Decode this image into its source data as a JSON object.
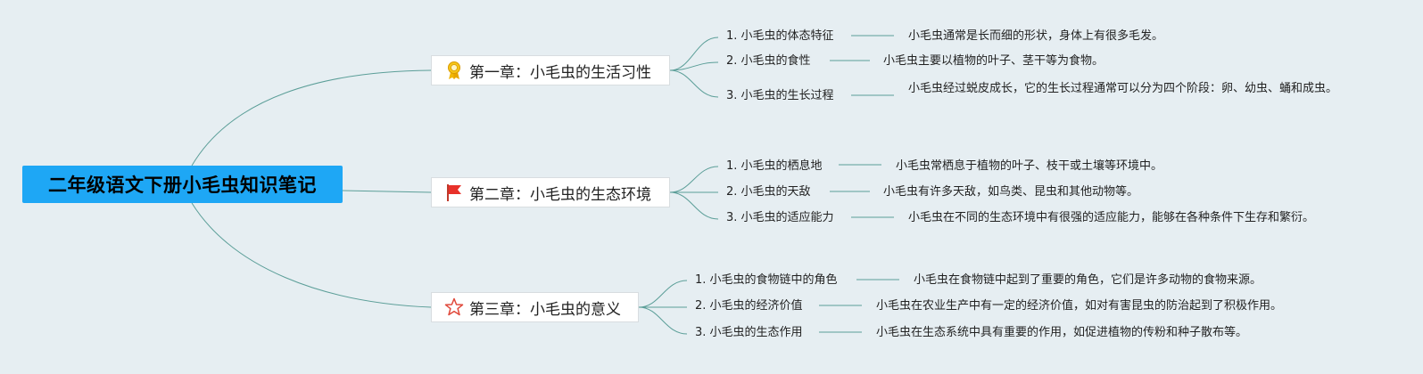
{
  "root": {
    "title": "二年级语文下册小毛虫知识笔记"
  },
  "chapters": [
    {
      "title": "第一章：小毛虫的生活习性",
      "icon": "award-ribbon-icon",
      "items": [
        {
          "label": "1. 小毛虫的体态特征",
          "detail": "小毛虫通常是长而细的形状，身体上有很多毛发。"
        },
        {
          "label": "2. 小毛虫的食性",
          "detail": "小毛虫主要以植物的叶子、茎干等为食物。"
        },
        {
          "label": "3. 小毛虫的生长过程",
          "detail": "小毛虫经过蜕皮成长，它的生长过程通常可以分为四个阶段：卵、幼虫、蛹和成虫。"
        }
      ]
    },
    {
      "title": "第二章：小毛虫的生态环境",
      "icon": "red-flag-icon",
      "items": [
        {
          "label": "1. 小毛虫的栖息地",
          "detail": "小毛虫常栖息于植物的叶子、枝干或土壤等环境中。"
        },
        {
          "label": "2. 小毛虫的天敌",
          "detail": "小毛虫有许多天敌，如鸟类、昆虫和其他动物等。"
        },
        {
          "label": "3. 小毛虫的适应能力",
          "detail": "小毛虫在不同的生态环境中有很强的适应能力，能够在各种条件下生存和繁衍。"
        }
      ]
    },
    {
      "title": "第三章：小毛虫的意义",
      "icon": "star-outline-icon",
      "items": [
        {
          "label": "1. 小毛虫的食物链中的角色",
          "detail": "小毛虫在食物链中起到了重要的角色，它们是许多动物的食物来源。"
        },
        {
          "label": "2. 小毛虫的经济价值",
          "detail": "小毛虫在农业生产中有一定的经济价值，如对有害昆虫的防治起到了积极作用。"
        },
        {
          "label": "3. 小毛虫的生态作用",
          "detail": "小毛虫在生态系统中具有重要的作用，如促进植物的传粉和种子散布等。"
        }
      ]
    }
  ],
  "colors": {
    "root_bg": "#1ea7f5",
    "line": "#5b9e98",
    "background": "#e6eef2"
  }
}
